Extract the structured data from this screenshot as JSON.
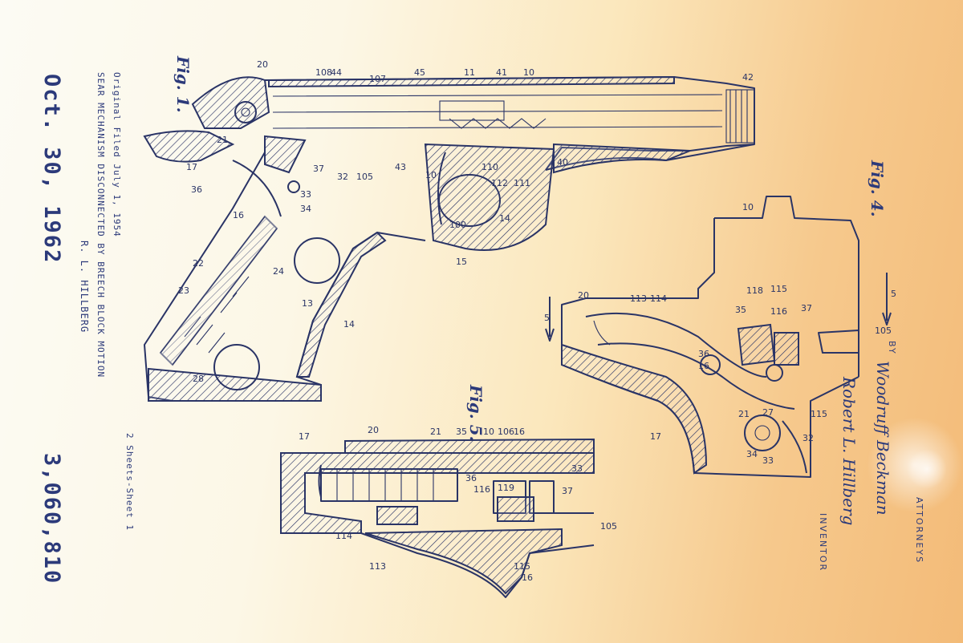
{
  "patent": {
    "number": "3,060,810",
    "date": "Oct. 30, 1962",
    "inventor_line": "R. L. HILLBERG",
    "title_line1": "SEAR MECHANISM DISCONNECTED BY BREECH BLOCK MOTION",
    "title_line2": "Original Filed July 1, 1954",
    "sheets_line": "2 Sheets-Sheet 1"
  },
  "figures": [
    {
      "label": "Fig. 1."
    },
    {
      "label": "Fig. 4."
    },
    {
      "label": "Fig. 5."
    }
  ],
  "signature_block": {
    "inventor_label": "INVENTOR",
    "inventor_signature": "Robert L. Hillberg",
    "by_label": "BY",
    "attorney_signature": "Woodruff Beckman",
    "attorneys_label": "ATTORNEYS"
  },
  "colors": {
    "ink": "#2a3466",
    "paper_left": "#fcfbf4",
    "paper_right": "#f3bb78"
  }
}
